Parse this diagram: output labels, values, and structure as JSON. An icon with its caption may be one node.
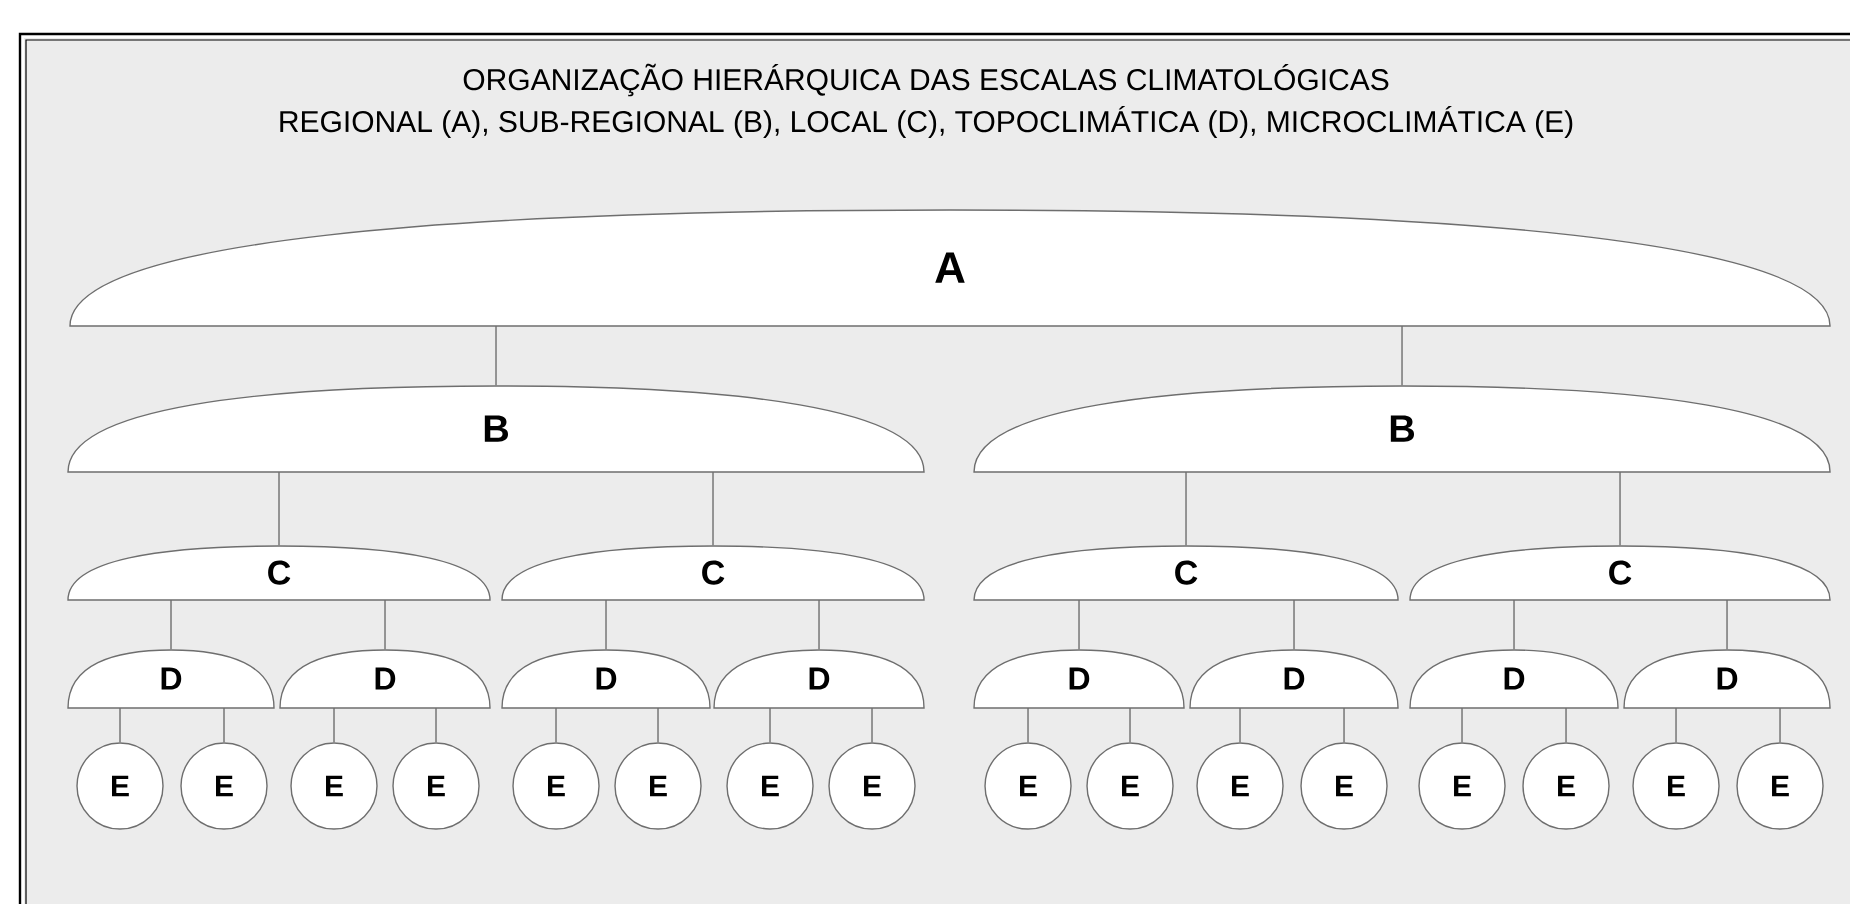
{
  "diagram": {
    "title": "ORGANIZAÇÃO HIERÁRQUICA DAS ESCALAS CLIMATOLÓGICAS",
    "nodes": [
      {
        "text": [
          "A"
        ]
      },
      {
        "text": [
          "B"
        ]
      },
      {
        "text": [
          "B"
        ]
      },
      {
        "text": [
          "C"
        ]
      },
      {
        "text": [
          "C"
        ]
      },
      {
        "text": [
          "C"
        ]
      },
      {
        "text": [
          "C"
        ]
      },
      {
        "text": [
          "D"
        ]
      },
      {
        "text": [
          "D"
        ]
      },
      {
        "text": [
          "D"
        ]
      },
      {
        "text": [
          "D"
        ]
      },
      {
        "text": [
          "D"
        ]
      },
      {
        "text": [
          "D"
        ]
      },
      {
        "text": [
          "D"
        ]
      },
      {
        "text": [
          "D"
        ]
      },
      {
        "text": [
          "E"
        ]
      },
      {
        "text": [
          "E"
        ]
      },
      {
        "text": [
          "E"
        ]
      },
      {
        "text": [
          "E"
        ]
      },
      {
        "text": [
          "E"
        ]
      },
      {
        "text": [
          "E"
        ]
      },
      {
        "text": [
          "E"
        ]
      },
      {
        "text": [
          "E"
        ]
      },
      {
        "text": [
          "E"
        ]
      },
      {
        "text": [
          "E"
        ]
      },
      {
        "text": [
          "E"
        ]
      },
      {
        "text": [
          "E"
        ]
      },
      {
        "text": [
          "E"
        ]
      },
      {
        "text": [
          "E"
        ]
      },
      {
        "text": [
          "E"
        ]
      },
      {
        "text": [
          "E"
        ]
      }
    ],
    "edges": [
      {
        "from": 0,
        "to": 1,
        "arrow": "none"
      },
      {
        "from": 0,
        "to": 2,
        "arrow": "none"
      },
      {
        "from": 1,
        "to": 3,
        "arrow": "none"
      },
      {
        "from": 1,
        "to": 4,
        "arrow": "none"
      },
      {
        "from": 2,
        "to": 5,
        "arrow": "none"
      },
      {
        "from": 2,
        "to": 6,
        "arrow": "none"
      },
      {
        "from": 3,
        "to": 7,
        "arrow": "none"
      },
      {
        "from": 3,
        "to": 8,
        "arrow": "none"
      },
      {
        "from": 4,
        "to": 9,
        "arrow": "none"
      },
      {
        "from": 4,
        "to": 10,
        "arrow": "none"
      },
      {
        "from": 5,
        "to": 11,
        "arrow": "none"
      },
      {
        "from": 5,
        "to": 12,
        "arrow": "none"
      },
      {
        "from": 6,
        "to": 13,
        "arrow": "none"
      },
      {
        "from": 6,
        "to": 14,
        "arrow": "none"
      },
      {
        "from": 7,
        "to": 15,
        "arrow": "none"
      },
      {
        "from": 7,
        "to": 16,
        "arrow": "none"
      },
      {
        "from": 8,
        "to": 17,
        "arrow": "none"
      },
      {
        "from": 8,
        "to": 18,
        "arrow": "none"
      },
      {
        "from": 9,
        "to": 19,
        "arrow": "none"
      },
      {
        "from": 9,
        "to": 20,
        "arrow": "none"
      },
      {
        "from": 10,
        "to": 21,
        "arrow": "none"
      },
      {
        "from": 10,
        "to": 22,
        "arrow": "none"
      },
      {
        "from": 11,
        "to": 23,
        "arrow": "none"
      },
      {
        "from": 11,
        "to": 24,
        "arrow": "none"
      },
      {
        "from": 12,
        "to": 25,
        "arrow": "none"
      },
      {
        "from": 12,
        "to": 26,
        "arrow": "none"
      },
      {
        "from": 13,
        "to": 27,
        "arrow": "none"
      },
      {
        "from": 13,
        "to": 28,
        "arrow": "none"
      },
      {
        "from": 14,
        "to": 29,
        "arrow": "none"
      },
      {
        "from": 14,
        "to": 30,
        "arrow": "none"
      }
    ],
    "labels": [
      "REGIONAL (A), SUB-REGIONAL (B), LOCAL (C), TOPOCLIMÁTICA (D), MICROCLIMÁTICA (E)"
    ]
  }
}
